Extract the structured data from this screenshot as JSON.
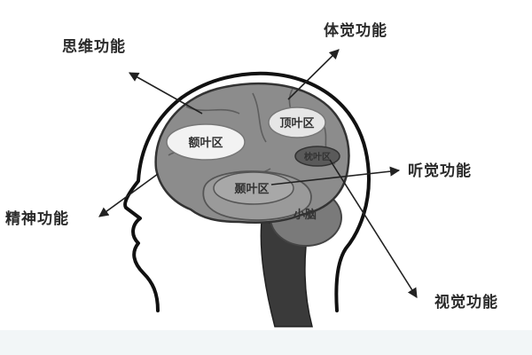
{
  "labels": {
    "thinking": "思维功能",
    "somatic": "体觉功能",
    "mental": "精神功能",
    "auditory": "听觉功能",
    "visual": "视觉功能"
  },
  "regions": {
    "frontal": "额叶区",
    "parietal": "顶叶区",
    "occipital": "枕叶区",
    "temporal": "颞叶区",
    "cerebellum": "小脑"
  },
  "colors": {
    "outline": "#111111",
    "brain": "#8c8c8c",
    "brain_dark": "#6f6f6f",
    "stem": "#3a3a3a",
    "frontal_oval": "#f2f2f2",
    "parietal_oval": "#e6e6e6",
    "occipital_oval": "#5a5a5a",
    "temporal_oval": "#a8a8a8"
  }
}
